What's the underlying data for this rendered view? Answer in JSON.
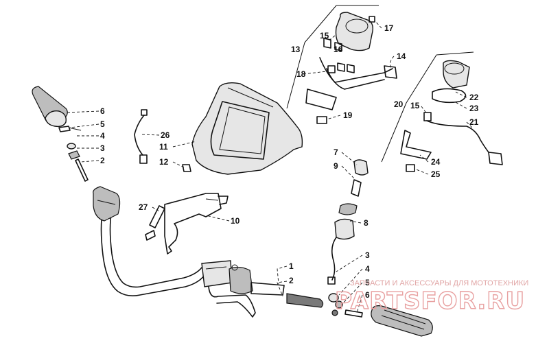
{
  "callouts": {
    "c1": "1",
    "c2a": "2",
    "c2b": "2",
    "c3a": "3",
    "c3b": "3",
    "c4a": "4",
    "c4b": "4",
    "c5a": "5",
    "c5b": "5",
    "c6a": "6",
    "c6b": "6",
    "c7": "7",
    "c8": "8",
    "c9": "9",
    "c10": "10",
    "c11": "11",
    "c12": "12",
    "c13": "13",
    "c14": "14",
    "c15a": "15",
    "c15b": "15",
    "c16": "16",
    "c17": "17",
    "c18": "18",
    "c19": "19",
    "c20": "20",
    "c21": "21",
    "c22": "22",
    "c23": "23",
    "c24": "24",
    "c25": "25",
    "c26": "26",
    "c27": "27"
  },
  "watermark": {
    "tagline": "ЗАПЧАСТИ И АКСЕССУАРЫ ДЛЯ МОТОТЕХНИКИ",
    "logo": "PARTSFOR.RU"
  }
}
